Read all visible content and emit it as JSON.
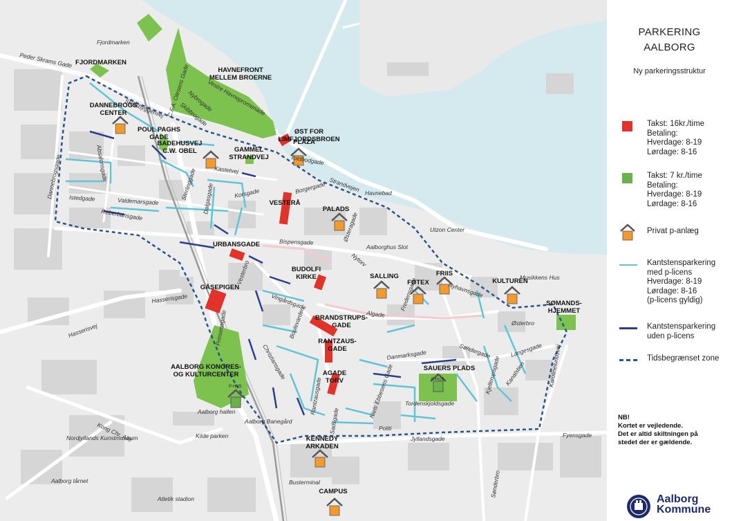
{
  "legend": {
    "title_line1": "PARKERING",
    "title_line2": "AALBORG",
    "subtitle": "Ny parkeringsstruktur",
    "red": {
      "lines": [
        "Takst: 16kr./time",
        "Betaling:",
        "Hverdage: 8-19",
        "Lørdage: 8-16"
      ],
      "color": "#e2332b"
    },
    "green": {
      "lines": [
        "Takst: 7 kr./time",
        "Betaling:",
        "Hverdage: 8-19",
        "Lørdage: 8-16"
      ],
      "color": "#6ab24c"
    },
    "private": {
      "lines": [
        "Privat p-anlæg"
      ],
      "color": "#f39a2e"
    },
    "licens": {
      "lines": [
        "Kantstensparkering",
        "med p-licens",
        "Hverdage: 8-19",
        "Lørdage: 8-16",
        "(p-licens gyldig)"
      ],
      "color": "#5ec4d8"
    },
    "ulicens": {
      "lines": [
        "Kantstensparkering",
        "uden p-licens"
      ],
      "color": "#2a3d8f"
    },
    "zone": {
      "lines": [
        "Tidsbegrænset zone"
      ],
      "color": "#27548a"
    }
  },
  "nb": {
    "lines": [
      "NB!",
      "Kortet er vejledende.",
      "Det er altid skiltningen på",
      "stedet der er gældende."
    ]
  },
  "logo": {
    "line1": "Aalborg",
    "line2": "Kommune"
  },
  "parking_labels": [
    {
      "id": "fjordmarken",
      "lines": [
        "FJORDMARKEN"
      ]
    },
    {
      "id": "havnefront",
      "lines": [
        "HAVNEFRONT",
        "MELLEM BROERNE"
      ]
    },
    {
      "id": "dannebrogs",
      "lines": [
        "DANNEBROGS",
        "CENTER"
      ]
    },
    {
      "id": "poulpaghs",
      "lines": [
        "POUL PAGHS",
        "GADE"
      ]
    },
    {
      "id": "badehus",
      "lines": [
        "BADEHUSVEJ",
        "C.W. OBEL"
      ]
    },
    {
      "id": "gammel",
      "lines": [
        "GAMMEL",
        "STRANDVEJ"
      ]
    },
    {
      "id": "ost",
      "lines": [
        "ØST FOR",
        "LIMFJORDSBROEN"
      ]
    },
    {
      "id": "plaza",
      "lines": [
        "PLAZA"
      ]
    },
    {
      "id": "vestera",
      "lines": [
        "VESTERÅ"
      ]
    },
    {
      "id": "palads",
      "lines": [
        "PALADS"
      ]
    },
    {
      "id": "urbans",
      "lines": [
        "URBANSGADE"
      ]
    },
    {
      "id": "budolfi",
      "lines": [
        "BUDOLFI",
        "KIRKE"
      ]
    },
    {
      "id": "salling",
      "lines": [
        "SALLING"
      ]
    },
    {
      "id": "fotex",
      "lines": [
        "FØTEX"
      ]
    },
    {
      "id": "friis",
      "lines": [
        "FRIIS"
      ]
    },
    {
      "id": "kulturen",
      "lines": [
        "KULTUREN"
      ]
    },
    {
      "id": "somands",
      "lines": [
        "SØMANDS-",
        "HJEMMET"
      ]
    },
    {
      "id": "gasepigen",
      "lines": [
        "GÅSEPIGEN"
      ]
    },
    {
      "id": "brandstrup",
      "lines": [
        "BRANDSTRUPS-",
        "GADE"
      ]
    },
    {
      "id": "rantzaus",
      "lines": [
        "RANTZAUS-",
        "GADE"
      ]
    },
    {
      "id": "agade",
      "lines": [
        "AGADE",
        "TORV"
      ]
    },
    {
      "id": "sauers",
      "lines": [
        "SAUERS PLADS"
      ]
    },
    {
      "id": "kongres",
      "lines": [
        "AALBORG KONGRES-",
        "OG KULTURCENTER"
      ]
    },
    {
      "id": "kennedy",
      "lines": [
        "KENNEDY",
        "ARKADEN"
      ]
    },
    {
      "id": "campus",
      "lines": [
        "CAMPUS"
      ]
    }
  ],
  "street_labels": [
    {
      "id": "fjordmarken_s",
      "text": "Fjordmarken"
    },
    {
      "id": "peder",
      "text": "Peder Skrams Gade"
    },
    {
      "id": "skibsbyggerivej",
      "text": "Skibsbyggerivej"
    },
    {
      "id": "vestre",
      "text": "Vestre Havnepromenade"
    },
    {
      "id": "nybrogade",
      "text": "Nybrogade"
    },
    {
      "id": "skibbrogade",
      "text": "Skibbrogade"
    },
    {
      "id": "cfa",
      "text": "C.F.A. Olesens Gade"
    },
    {
      "id": "toldbodgade",
      "text": "Toldbodgade"
    },
    {
      "id": "strandvejen",
      "text": "Strandvejen"
    },
    {
      "id": "havnebad",
      "text": "Havnebad"
    },
    {
      "id": "kastetvej",
      "text": "Kastetvej"
    },
    {
      "id": "absalonsgade",
      "text": "Absalonsgade"
    },
    {
      "id": "dannebrogsgade",
      "text": "Dannebrogsgade"
    },
    {
      "id": "istedgade",
      "text": "Istedgade"
    },
    {
      "id": "valdemarsgade",
      "text": "Valdemarsgade"
    },
    {
      "id": "reberbansgade",
      "text": "Reberbansgade"
    },
    {
      "id": "sterlinggade",
      "text": "Sterlinggade"
    },
    {
      "id": "dalgasgade",
      "text": "Dalgasgade"
    },
    {
      "id": "korsgade",
      "text": "Korsgade"
    },
    {
      "id": "borgergade",
      "text": "Borgergade"
    },
    {
      "id": "osteragade",
      "text": "Østeragade"
    },
    {
      "id": "aalborghus",
      "text": "Aalborghus Slot"
    },
    {
      "id": "utzon",
      "text": "Utzon Center"
    },
    {
      "id": "bispensgade",
      "text": "Bispensgade"
    },
    {
      "id": "nytorv",
      "text": "Nytorv"
    },
    {
      "id": "vesterbro",
      "text": "Vesterbro"
    },
    {
      "id": "vingardsgade",
      "text": "Vingårdsgade"
    },
    {
      "id": "algade",
      "text": "Algade"
    },
    {
      "id": "nyhavnsgade",
      "text": "Nyhavnsgade"
    },
    {
      "id": "musikkens",
      "text": "Musikkens Hus"
    },
    {
      "id": "osterbro",
      "text": "Østerbro"
    },
    {
      "id": "sonderogade",
      "text": "Søndergade"
    },
    {
      "id": "langesgade",
      "text": "Langesgade"
    },
    {
      "id": "hasserisgade",
      "text": "Hasserisgade"
    },
    {
      "id": "hasserisvej",
      "text": "Hasserisvej"
    },
    {
      "id": "prinsensgade",
      "text": "Prinsensgade"
    },
    {
      "id": "christiansgade",
      "text": "Christiansgade"
    },
    {
      "id": "boulevarden",
      "text": "Boulevarden"
    },
    {
      "id": "danmarksgade",
      "text": "Danmarksgade"
    },
    {
      "id": "niels",
      "text": "Niels Ebbesens Gade"
    },
    {
      "id": "tordenskjoldsgade",
      "text": "Tordenskjoldsgade"
    },
    {
      "id": "kjellerups",
      "text": "Kjellerupsgade"
    },
    {
      "id": "karolinelund",
      "text": "Karolinelundsvej"
    },
    {
      "id": "kanalstien",
      "text": "Kanalstien"
    },
    {
      "id": "aalborghallen",
      "text": "Aalborg hallen"
    },
    {
      "id": "kildeparken",
      "text": "Kilde parken"
    },
    {
      "id": "nordjyllands",
      "text": "Nordjyllands Kunstmuseum"
    },
    {
      "id": "kongchr",
      "text": "Kong Chr. Allé"
    },
    {
      "id": "aalborgtarnet",
      "text": "Aalborg tårnet"
    },
    {
      "id": "atletik",
      "text": "Atletik stadion"
    },
    {
      "id": "banegard",
      "text": "Aalborg Banegård"
    },
    {
      "id": "rantzausgade_s",
      "text": "Rantzausgade"
    },
    {
      "id": "sadsgade",
      "text": "Sadsgade"
    },
    {
      "id": "politi",
      "text": "Politi"
    },
    {
      "id": "jyllandsgade",
      "text": "Jyllandsgade"
    },
    {
      "id": "fyensgade",
      "text": "Fyensgade"
    },
    {
      "id": "sonderbro",
      "text": "Sønderbro"
    },
    {
      "id": "busterminal",
      "text": "Busterminal"
    },
    {
      "id": "fredensgade",
      "text": "Fredensgade"
    }
  ],
  "phus_labels": [
    {
      "id": "phus_sauers",
      "text": "P-HUS"
    },
    {
      "id": "phus_kongres",
      "text": "P-HUS"
    }
  ],
  "colors": {
    "water": "#d4eaee",
    "land": "#eeefef",
    "block": "#d5d5d5",
    "road": "#ffffff",
    "green": "#7dc14f",
    "red": "#e2332b",
    "orange": "#f39a2e",
    "licens": "#5ec4d8",
    "ulicens": "#2a3d8f",
    "zone": "#27548a"
  }
}
